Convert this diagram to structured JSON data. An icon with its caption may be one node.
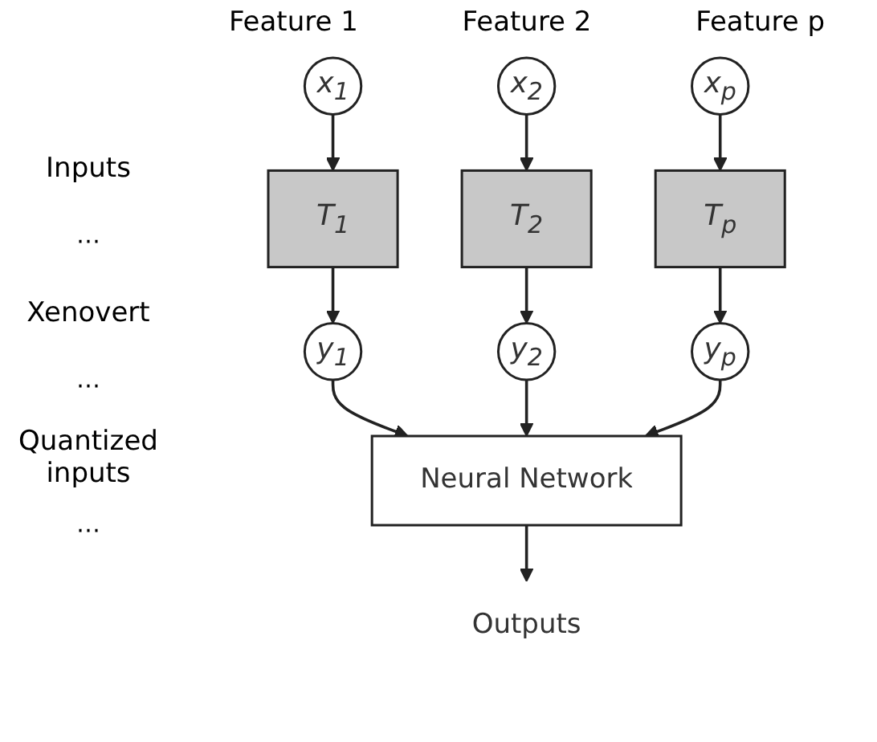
{
  "diagram": {
    "nodes": [
      {
        "text": [
          "x$_{1}$"
        ],
        "beside": [
          "Feature 1"
        ]
      },
      {
        "text": [
          "x$_{2}$"
        ],
        "beside": [
          "Feature 2"
        ]
      },
      {
        "text": [
          "x$_{p}$"
        ],
        "beside": [
          "Feature p"
        ]
      },
      {
        "text": [
          "T$_{1}$"
        ]
      },
      {
        "text": [
          "T$_{2}$"
        ]
      },
      {
        "text": [
          "T$_{p}$"
        ]
      },
      {
        "text": [
          "y$_{1}$"
        ]
      },
      {
        "text": [
          "y$_{2}$"
        ]
      },
      {
        "text": [
          "y$_{p}$"
        ]
      },
      {
        "text": [
          "Neural Network"
        ]
      },
      {
        "text": [
          "Outputs"
        ]
      }
    ],
    "edges": [
      {
        "from": 0,
        "to": 3,
        "arrow": "to"
      },
      {
        "from": 1,
        "to": 4,
        "arrow": "to"
      },
      {
        "from": 2,
        "to": 5,
        "arrow": "to"
      },
      {
        "from": 3,
        "to": 6,
        "arrow": "to"
      },
      {
        "from": 4,
        "to": 7,
        "arrow": "to"
      },
      {
        "from": 5,
        "to": 8,
        "arrow": "to"
      },
      {
        "from": 6,
        "to": 9,
        "arrow": "to"
      },
      {
        "from": 7,
        "to": 9,
        "arrow": "to"
      },
      {
        "from": 8,
        "to": 9,
        "arrow": "to"
      },
      {
        "from": 9,
        "to": 10,
        "arrow": "to"
      }
    ],
    "labels": [
      "Inputs",
      "⋯",
      "Xenovert",
      "⋯",
      "Quantized inputs",
      "⋯"
    ]
  }
}
